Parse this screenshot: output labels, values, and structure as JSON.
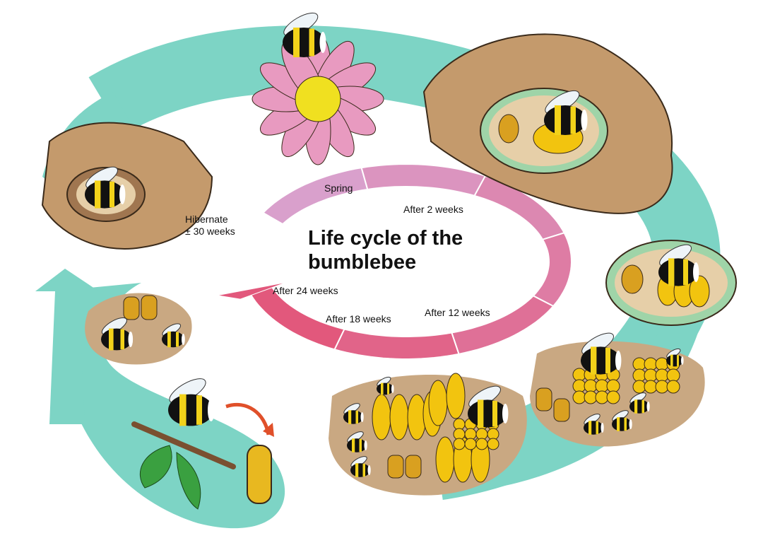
{
  "title_line1": "Life cycle of the",
  "title_line2": "bumblebee",
  "stages": {
    "spring": "Spring",
    "after_2_weeks": "After 2 weeks",
    "after_12_weeks": "After 12 weeks",
    "after_18_weeks": "After 18 weeks",
    "after_24_weeks": "After 24 weeks",
    "hibernate": "Hibernate",
    "hibernate_duration": "± 30 weeks"
  },
  "colors": {
    "teal": "#7dd4c5",
    "pink_light": "#d9a0cc",
    "pink_dark": "#e2587c",
    "soil": "#c49a6c",
    "yellow": "#f2c40f"
  }
}
